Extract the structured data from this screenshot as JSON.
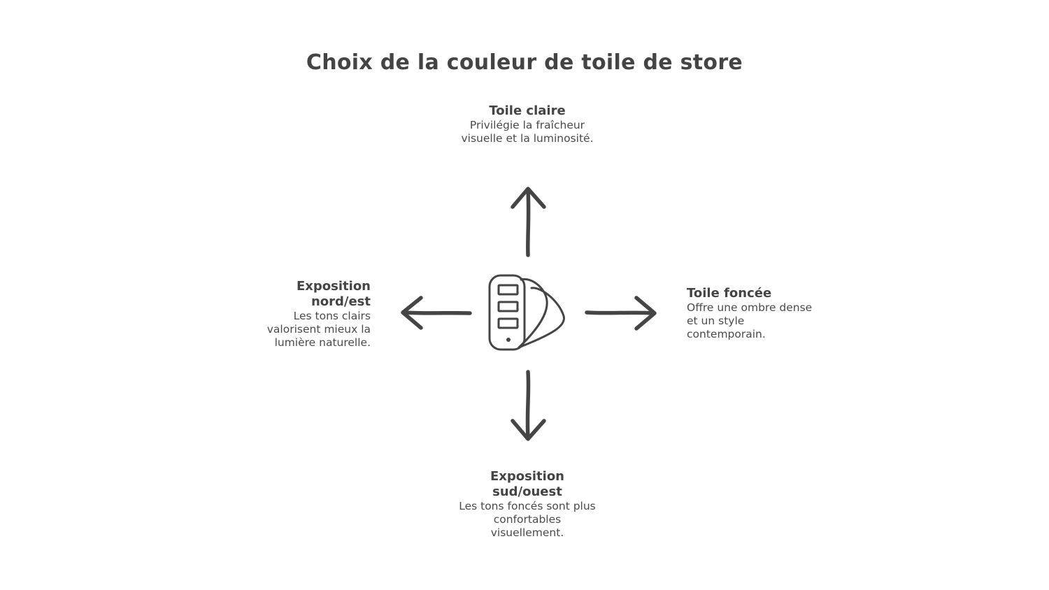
{
  "title": "Choix de la couleur de toile de store",
  "center": {
    "icon": "color-swatch-icon"
  },
  "nodes": {
    "top": {
      "title": "Toile claire",
      "description": "Privilégie la fraîcheur visuelle et la luminosité."
    },
    "right": {
      "title": "Toile foncée",
      "description": "Offre une ombre dense et un style contemporain."
    },
    "left": {
      "title": "Exposition nord/est",
      "description": "Les tons clairs valorisent mieux la lumière naturelle."
    },
    "bottom": {
      "title": "Exposition sud/ouest",
      "description": "Les tons foncés sont plus confortables visuellement."
    }
  },
  "colors": {
    "ink": "#454545",
    "background": "#ffffff"
  }
}
